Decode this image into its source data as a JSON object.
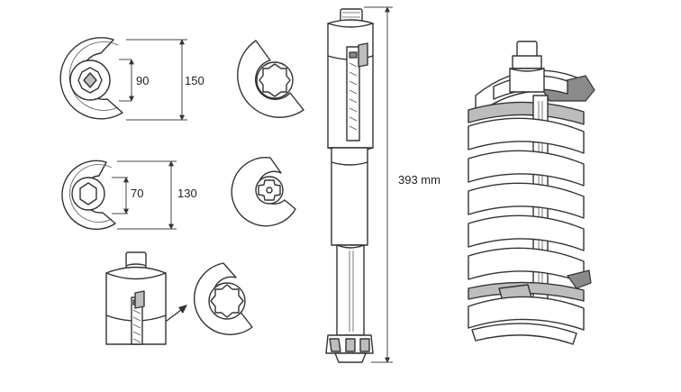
{
  "dimensions": {
    "top_inner": "90",
    "top_outer": "150",
    "middle_inner": "70",
    "middle_outer": "130",
    "length": "393 mm"
  },
  "colors": {
    "line": "#333333",
    "shade": "#bdbdbd",
    "dark_shade": "#8a8a8a",
    "background": "#ffffff"
  }
}
